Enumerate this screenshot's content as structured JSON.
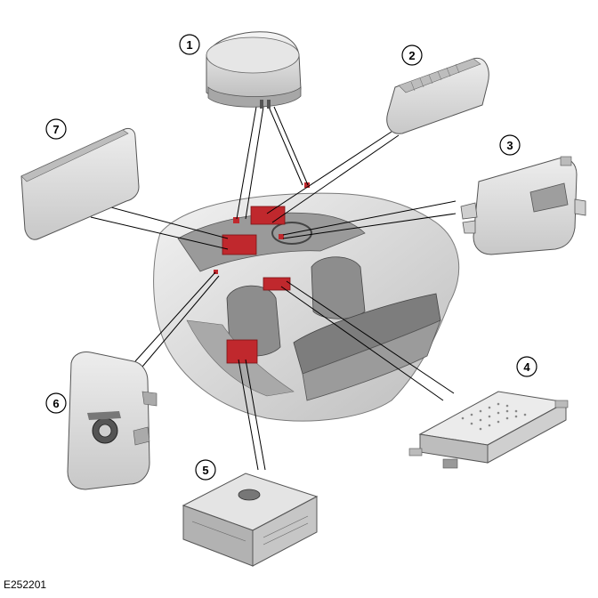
{
  "figure_id": "E252201",
  "callouts": [
    "1",
    "2",
    "3",
    "4",
    "5",
    "6",
    "7"
  ],
  "colors": {
    "highlight": "#c0282d",
    "body_gray": "#d6d6d6",
    "line": "#000000"
  }
}
